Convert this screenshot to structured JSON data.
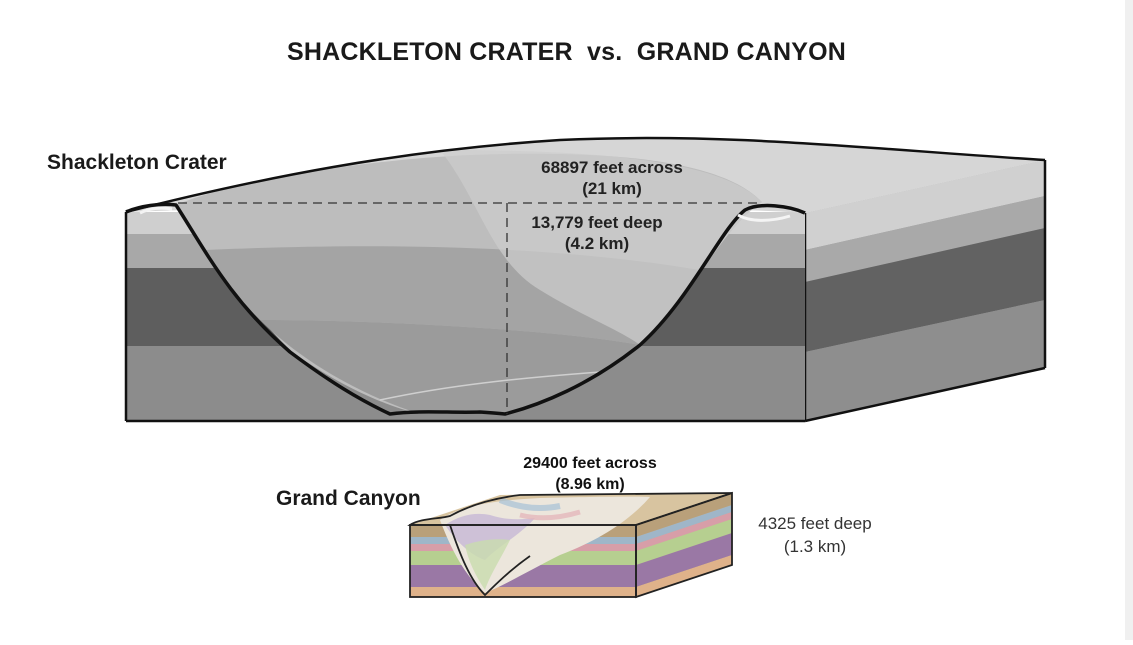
{
  "title": "SHACKLETON CRATER  vs.  GRAND CANYON",
  "shackleton": {
    "label": "Shackleton Crater",
    "across_line1": "68897 feet across",
    "across_line2": "(21 km)",
    "deep_line1": "13,779 feet deep",
    "deep_line2": "(4.2 km)"
  },
  "grand_canyon": {
    "label": "Grand Canyon",
    "across_line1": "29400 feet across",
    "across_line2": "(8.96 km)",
    "deep_line1": "4325 feet deep",
    "deep_line2": "(1.3 km)"
  },
  "colors": {
    "outline": "#111111",
    "crater_top": "#d4d4d4",
    "crater_band_light": "#c9c9c9",
    "crater_band_mid": "#a6a6a6",
    "crater_band_dark": "#5c5c5c",
    "crater_band_bottom": "#8c8c8c",
    "canyon_tan": "#c9b38a",
    "canyon_blue": "#9fb7c9",
    "canyon_green": "#b7cf92",
    "canyon_pink": "#d9a0a8",
    "canyon_purple": "#9a7aa6",
    "canyon_orange": "#e0b48c"
  }
}
